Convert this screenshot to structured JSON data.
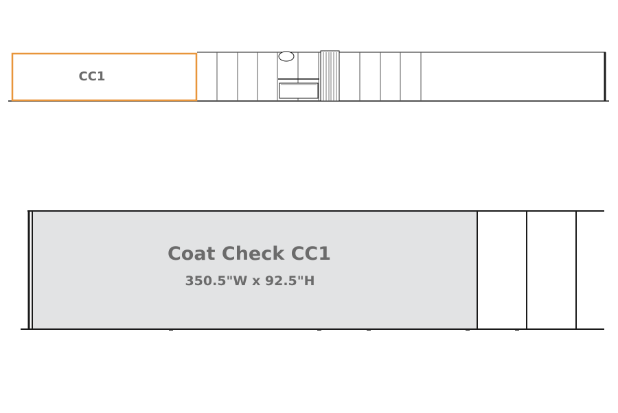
{
  "overview": {
    "highlight_label": "CC1",
    "highlight_color": "#e8953a"
  },
  "detail": {
    "title": "Coat Check CC1",
    "dimensions": "350.5\"W x 92.5\"H",
    "panel_fill": "#e2e3e4"
  },
  "colors": {
    "line": "#1a1a1a",
    "thin_line": "#555555",
    "label": "#6b6b6b"
  }
}
